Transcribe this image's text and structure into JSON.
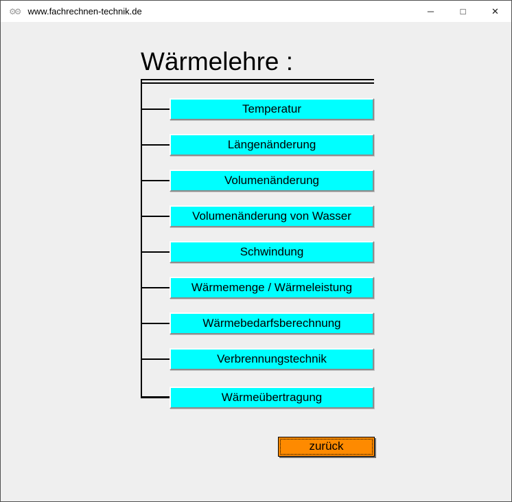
{
  "titlebar": {
    "icon": "⚙⚙",
    "title": "www.fachrechnen-technik.de",
    "minimize": "─",
    "maximize": "□",
    "close": "✕"
  },
  "heading": "Wärmelehre :",
  "menu": {
    "items": [
      {
        "label": "Temperatur"
      },
      {
        "label": "Längenänderung"
      },
      {
        "label": "Volumenänderung"
      },
      {
        "label": "Volumenänderung von Wasser"
      },
      {
        "label": "Schwindung"
      },
      {
        "label": "Wärmemenge / Wärmeleistung"
      },
      {
        "label": "Wärmebedarfsberechnung"
      },
      {
        "label": "Verbrennungstechnik"
      },
      {
        "label": "Wärmeübertragung"
      }
    ]
  },
  "back_button": {
    "label": "zurück"
  },
  "colors": {
    "item-bg": "#00ffff",
    "back-bg": "#fe8a00",
    "line": "#000000",
    "content-bg": "#efefef"
  }
}
